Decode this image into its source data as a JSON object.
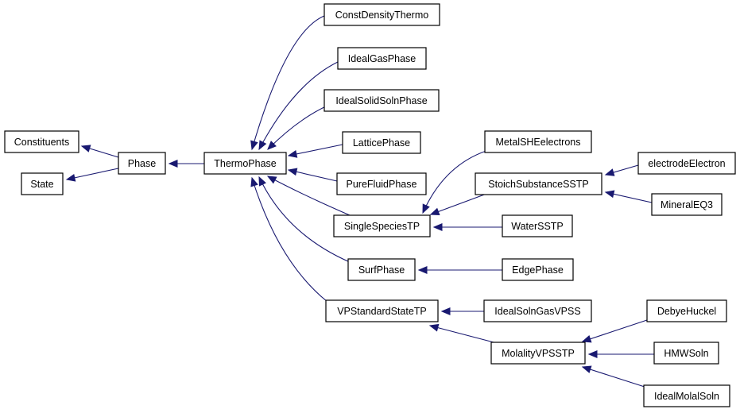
{
  "diagram": {
    "nodes": [
      {
        "id": "Constituents",
        "label": "Constituents"
      },
      {
        "id": "State",
        "label": "State"
      },
      {
        "id": "Phase",
        "label": "Phase"
      },
      {
        "id": "ThermoPhase",
        "label": "ThermoPhase"
      },
      {
        "id": "ConstDensityThermo",
        "label": "ConstDensityThermo"
      },
      {
        "id": "IdealGasPhase",
        "label": "IdealGasPhase"
      },
      {
        "id": "IdealSolidSolnPhase",
        "label": "IdealSolidSolnPhase"
      },
      {
        "id": "LatticePhase",
        "label": "LatticePhase"
      },
      {
        "id": "PureFluidPhase",
        "label": "PureFluidPhase"
      },
      {
        "id": "SingleSpeciesTP",
        "label": "SingleSpeciesTP"
      },
      {
        "id": "SurfPhase",
        "label": "SurfPhase"
      },
      {
        "id": "VPStandardStateTP",
        "label": "VPStandardStateTP"
      },
      {
        "id": "MetalSHEelectrons",
        "label": "MetalSHEelectrons"
      },
      {
        "id": "StoichSubstanceSSTP",
        "label": "StoichSubstanceSSTP"
      },
      {
        "id": "WaterSSTP",
        "label": "WaterSSTP"
      },
      {
        "id": "EdgePhase",
        "label": "EdgePhase"
      },
      {
        "id": "IdealSolnGasVPSS",
        "label": "IdealSolnGasVPSS"
      },
      {
        "id": "MolalityVPSSTP",
        "label": "MolalityVPSSTP"
      },
      {
        "id": "electrodeElectron",
        "label": "electrodeElectron"
      },
      {
        "id": "MineralEQ3",
        "label": "MineralEQ3"
      },
      {
        "id": "DebyeHuckel",
        "label": "DebyeHuckel"
      },
      {
        "id": "HMWSoln",
        "label": "HMWSoln"
      },
      {
        "id": "IdealMolalSoln",
        "label": "IdealMolalSoln"
      }
    ],
    "edges": [
      {
        "from": "Phase",
        "to": "Constituents"
      },
      {
        "from": "Phase",
        "to": "State"
      },
      {
        "from": "ThermoPhase",
        "to": "Phase"
      },
      {
        "from": "ConstDensityThermo",
        "to": "ThermoPhase"
      },
      {
        "from": "IdealGasPhase",
        "to": "ThermoPhase"
      },
      {
        "from": "IdealSolidSolnPhase",
        "to": "ThermoPhase"
      },
      {
        "from": "LatticePhase",
        "to": "ThermoPhase"
      },
      {
        "from": "PureFluidPhase",
        "to": "ThermoPhase"
      },
      {
        "from": "SingleSpeciesTP",
        "to": "ThermoPhase"
      },
      {
        "from": "SurfPhase",
        "to": "ThermoPhase"
      },
      {
        "from": "VPStandardStateTP",
        "to": "ThermoPhase"
      },
      {
        "from": "MetalSHEelectrons",
        "to": "SingleSpeciesTP"
      },
      {
        "from": "StoichSubstanceSSTP",
        "to": "SingleSpeciesTP"
      },
      {
        "from": "WaterSSTP",
        "to": "SingleSpeciesTP"
      },
      {
        "from": "EdgePhase",
        "to": "SurfPhase"
      },
      {
        "from": "IdealSolnGasVPSS",
        "to": "VPStandardStateTP"
      },
      {
        "from": "MolalityVPSSTP",
        "to": "VPStandardStateTP"
      },
      {
        "from": "electrodeElectron",
        "to": "StoichSubstanceSSTP"
      },
      {
        "from": "MineralEQ3",
        "to": "StoichSubstanceSSTP"
      },
      {
        "from": "DebyeHuckel",
        "to": "MolalityVPSSTP"
      },
      {
        "from": "HMWSoln",
        "to": "MolalityVPSSTP"
      },
      {
        "from": "IdealMolalSoln",
        "to": "MolalityVPSSTP"
      }
    ]
  },
  "colors": {
    "edge": "#191970",
    "node_border": "#000000",
    "node_fill": "#ffffff",
    "background": "#ffffff"
  }
}
